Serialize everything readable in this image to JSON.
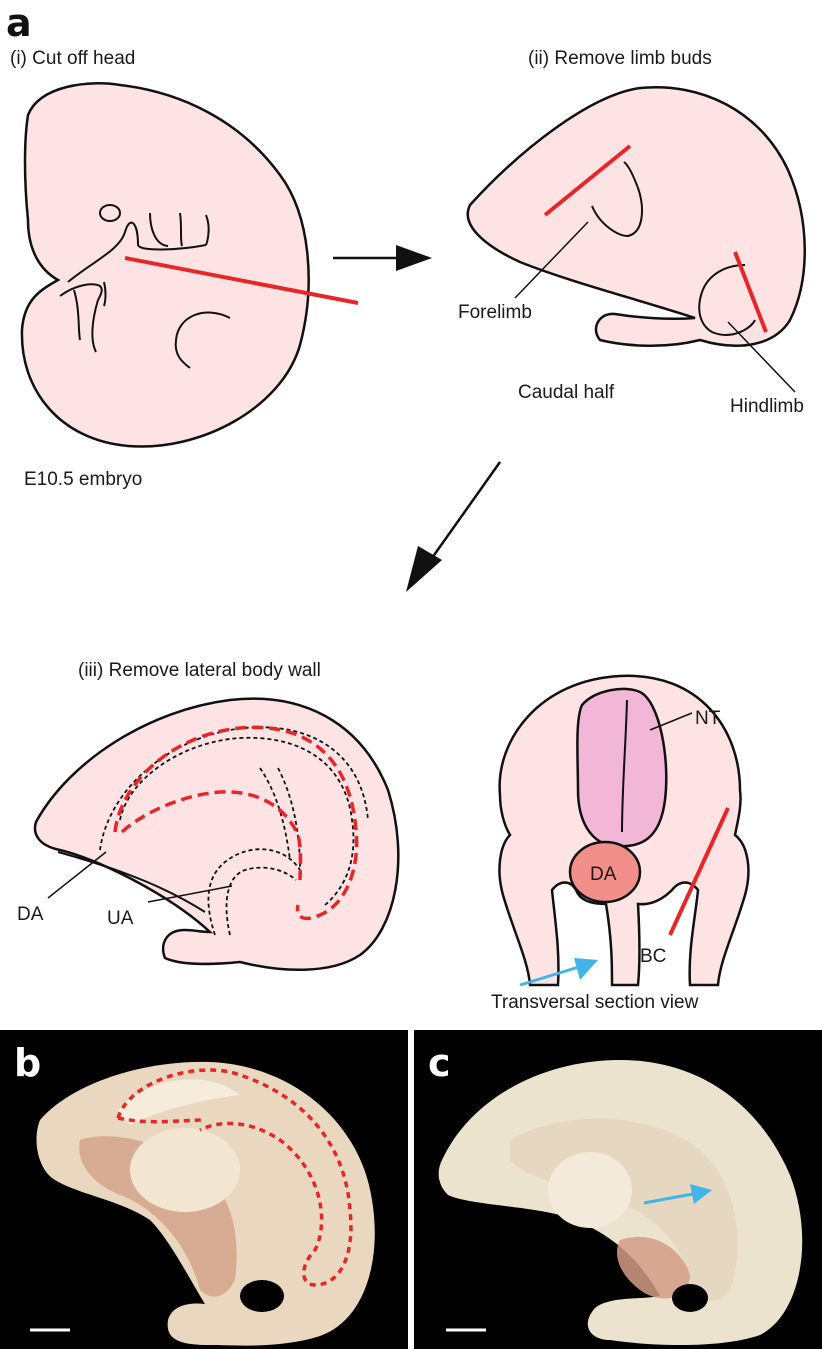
{
  "panels": {
    "a": {
      "letter": "a",
      "step1": {
        "title": "(i) Cut off head",
        "embryo_label": "E10.5 embryo"
      },
      "step2": {
        "title": "(ii) Remove limb buds",
        "forelimb_label": "Forelimb",
        "hindlimb_label": "Hindlimb",
        "caudal_label": "Caudal half"
      },
      "step3": {
        "title": "(iii) Remove lateral body wall",
        "da_label": "DA",
        "ua_label": "UA"
      },
      "section": {
        "nt_label": "NT",
        "da_label": "DA",
        "bc_label": "BC",
        "view_label": "Transversal section view"
      }
    },
    "b": {
      "letter": "b"
    },
    "c": {
      "letter": "c"
    }
  },
  "colors": {
    "tissue": "#fde3e3",
    "outline": "#111111",
    "cut_line": "#e8262a",
    "neural_tube": "#f2b6d6",
    "dorsal_aorta": "#f28f8a",
    "section_arrow": "#41b5e8",
    "photo_background": "#000000"
  }
}
